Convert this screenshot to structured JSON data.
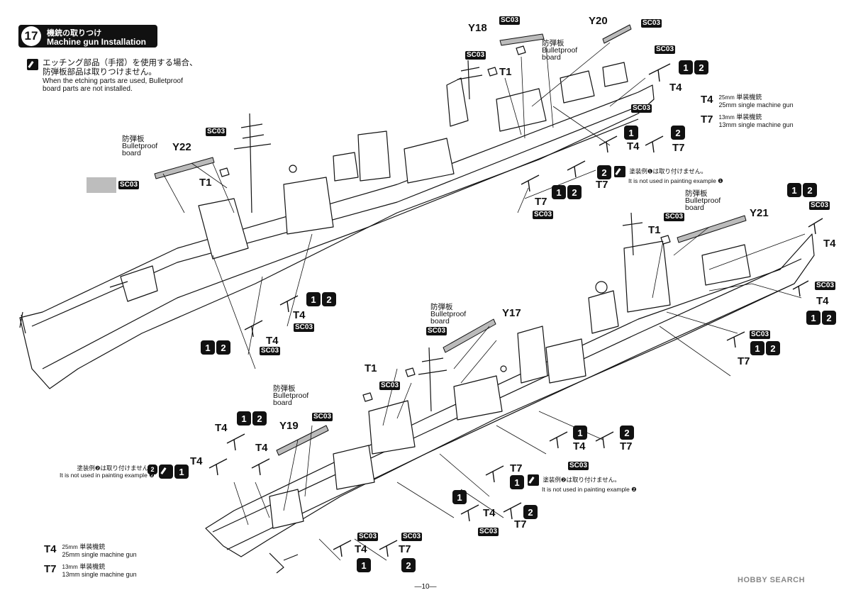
{
  "step": {
    "number": "17",
    "title_jp": "機銃の取りつけ",
    "title_en": "Machine gun Installation"
  },
  "intro": {
    "jp_line1": "エッチング部品（手摺）を使用する場合、",
    "jp_line2": "防弾板部品は取りつけません。",
    "en_line1": "When the etching parts are used, Bulletproof",
    "en_line2": "board parts are not installed."
  },
  "paint": {
    "code": "SC03"
  },
  "bulletproof": {
    "jp": "防弾板",
    "en1": "Bulletproof",
    "en2": "board"
  },
  "parts": {
    "T1": "T1",
    "T4": "T4",
    "T7": "T7",
    "Y17": "Y17",
    "Y18": "Y18",
    "Y19": "Y19",
    "Y20": "Y20",
    "Y21": "Y21",
    "Y22": "Y22"
  },
  "examples": {
    "one": "1",
    "two": "2"
  },
  "notes": {
    "not1_jp": "塗装例❶は取り付けません。",
    "not1_en": "It is not used in painting example ❶",
    "not2_jp": "塗装例❷は取り付けません。",
    "not2_en": "It is not used in painting example ❷"
  },
  "legend": [
    {
      "part": "T4",
      "size": "25mm",
      "jp": "単装機銃",
      "en": "25mm single machine gun"
    },
    {
      "part": "T7",
      "size": "13mm",
      "jp": "単装機銃",
      "en": "13mm single machine gun"
    }
  ],
  "page_number": "—10—",
  "watermark": "HOBBY SEARCH"
}
